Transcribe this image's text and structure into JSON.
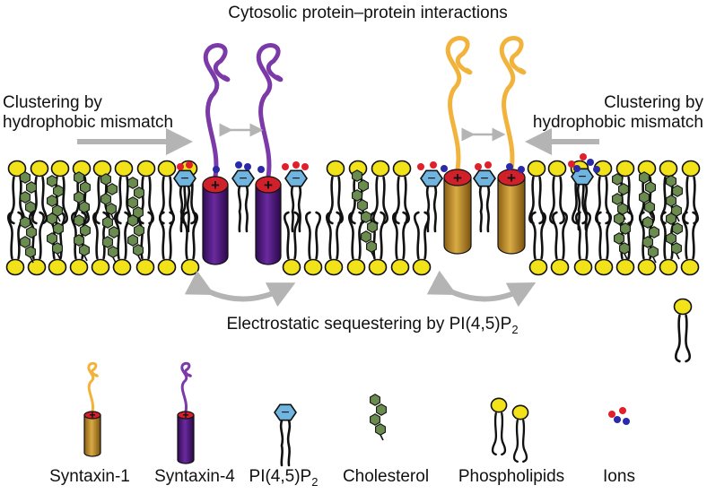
{
  "title": "Cytosolic protein–protein interactions",
  "clustering_left": {
    "line1": "Clustering by",
    "line2": "hydrophobic mismatch"
  },
  "clustering_right": {
    "line1": "Clustering by",
    "line2": "hydrophobic mismatch"
  },
  "electrostatic": {
    "text": "Electrostatic sequestering by PI(4,5)P",
    "subscript": "2"
  },
  "legend": {
    "syntaxin1": "Syntaxin-1",
    "syntaxin4": "Syntaxin-4",
    "pip2": "PI(4,5)P",
    "pip2_sub": "2",
    "cholesterol": "Cholesterol",
    "phospholipids": "Phospholipids",
    "ions": "Ions"
  },
  "symbols": {
    "plus": "+",
    "minus": "−"
  },
  "colors": {
    "syntaxin1": "#c99a2e",
    "syntaxin1_linker": "#f2b33d",
    "syntaxin4": "#5b1f8c",
    "syntaxin4_linker": "#7b3aa8",
    "cap_red": "#d0202a",
    "pip2_head": "#6fb5e0",
    "cholesterol": "#6a8c4e",
    "lipid_head": "#f2e21a",
    "ion_red": "#e0202a",
    "ion_blue": "#2a2aa8",
    "arrow_gray": "#b4b4b4"
  }
}
